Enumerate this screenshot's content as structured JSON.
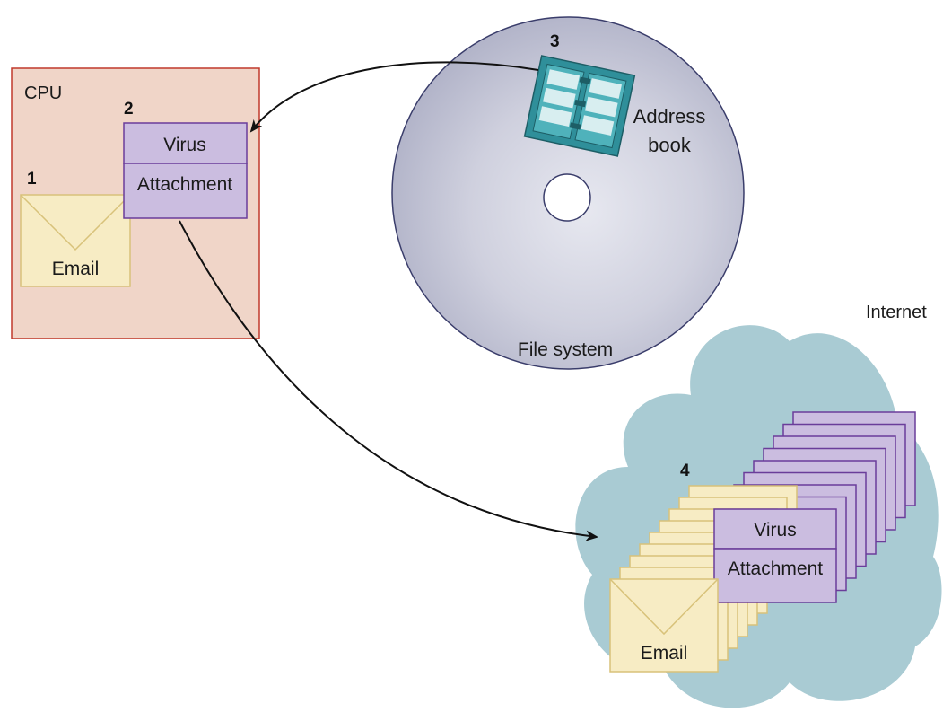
{
  "cpu": {
    "label": "CPU"
  },
  "steps": {
    "one": "1",
    "two": "2",
    "three": "3",
    "four": "4"
  },
  "email": {
    "label": "Email"
  },
  "attachment_box": {
    "top_label": "Virus",
    "bottom_label": "Attachment"
  },
  "disk": {
    "label": "File system",
    "book_label_line1": "Address",
    "book_label_line2": "book"
  },
  "internet": {
    "label": "Internet"
  },
  "colors": {
    "cpu_fill": "#f0d5c8",
    "cpu_stroke": "#c0392b",
    "envelope_fill": "#f7ecc4",
    "envelope_stroke": "#d8c27a",
    "virus_fill": "#cbbde0",
    "virus_stroke": "#6a3d9a",
    "disk_fill": "#c8c9d9",
    "disk_stroke": "#3a3d6b",
    "cloud_fill": "#a9cbd3",
    "book_fill": "#2f8f9a"
  }
}
